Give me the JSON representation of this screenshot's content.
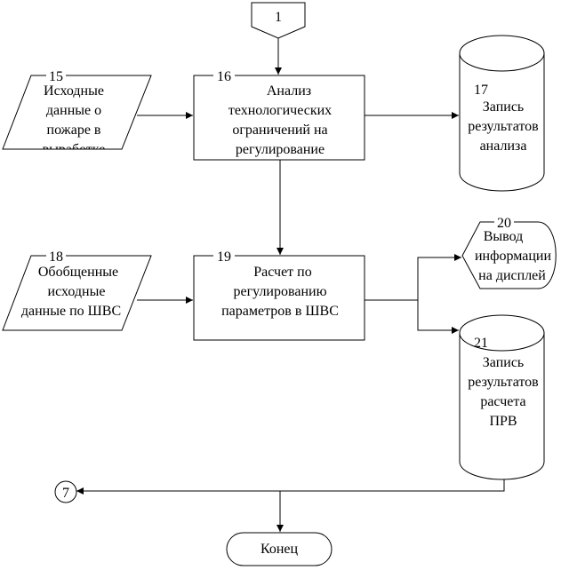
{
  "connector_start": {
    "label": "1"
  },
  "connector_end": {
    "label": "7"
  },
  "block15": {
    "number": "15",
    "lines": [
      "Исходные",
      "данные о",
      "пожаре в",
      "выработке"
    ]
  },
  "block16": {
    "number": "16",
    "lines": [
      "Анализ",
      "технологических",
      "ограничений на",
      "регулирование"
    ]
  },
  "block17": {
    "number": "17",
    "lines": [
      "Запись",
      "результатов",
      "анализа"
    ]
  },
  "block18": {
    "number": "18",
    "lines": [
      "Обобщенные",
      "исходные",
      "данные по ШВС"
    ]
  },
  "block19": {
    "number": "19",
    "lines": [
      "Расчет по",
      "регулированию",
      "параметров в ШВС"
    ]
  },
  "block20": {
    "number": "20",
    "lines": [
      "Вывод",
      "информации",
      "на дисплей"
    ]
  },
  "block21": {
    "number": "21",
    "lines": [
      "Запись",
      "результатов",
      "расчета",
      "ПРВ"
    ]
  },
  "terminator": {
    "label": "Конец"
  }
}
